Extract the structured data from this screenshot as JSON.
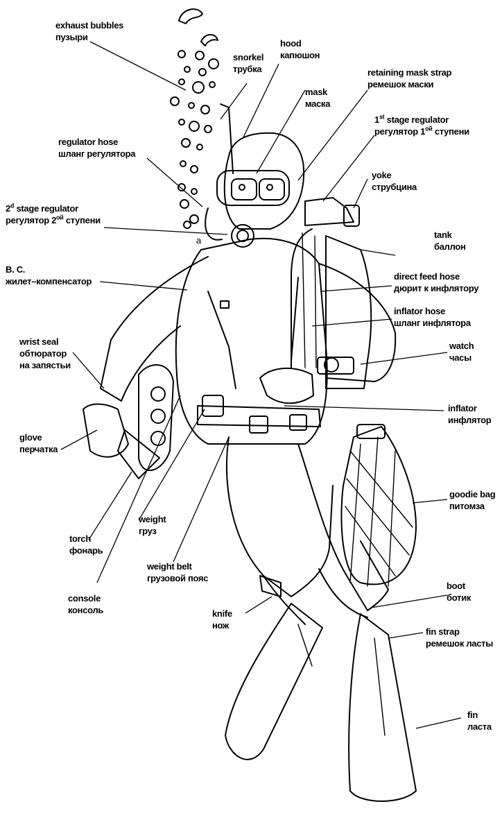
{
  "labels": {
    "exhaust_bubbles": {
      "en": "exhaust bubbles",
      "ru": "пузыри"
    },
    "snorkel": {
      "en": "snorkel",
      "ru": "трубка"
    },
    "hood": {
      "en": "hood",
      "ru": "капюшон"
    },
    "retaining_mask_strap": {
      "en": "retaining mask strap",
      "ru": "ремешок маски"
    },
    "mask": {
      "en": "mask",
      "ru": "маска"
    },
    "first_stage_regulator": {
      "en_num": "1",
      "en_sup": "st",
      "en_rest": " stage regulator",
      "ru_pre": "регулятор 1",
      "ru_sup": "ой",
      "ru_post": " ступени"
    },
    "regulator_hose": {
      "en": "regulator hose",
      "ru": "шланг регулятора"
    },
    "yoke": {
      "en": "yoke",
      "ru": "струбцина"
    },
    "second_stage_regulator": {
      "en_num": "2",
      "en_sup": "d",
      "en_rest": " stage regulator",
      "ru_pre": "регулятор 2",
      "ru_sup": "ой",
      "ru_post": " ступени"
    },
    "tank": {
      "en": "tank",
      "ru": "баллон"
    },
    "bc": {
      "en": "B. C.",
      "ru": "жилет–компенсатор"
    },
    "direct_feed_hose": {
      "en": "direct feed hose",
      "ru": "дюрит к инфлятору"
    },
    "inflator_hose": {
      "en": "inflator hose",
      "ru": "шланг инфлятора"
    },
    "wrist_seal": {
      "en": "wrist seal",
      "ru": "обтюратор",
      "ru2": "на запястьи"
    },
    "watch": {
      "en": "watch",
      "ru": "часы"
    },
    "inflator": {
      "en": "inflator",
      "ru": "инфлятор"
    },
    "glove": {
      "en": "glove",
      "ru": "перчатка"
    },
    "goodie_bag": {
      "en": "goodie bag",
      "ru": "питомза"
    },
    "torch": {
      "en": "torch",
      "ru": "фонарь"
    },
    "weight": {
      "en": "weight",
      "ru": "груз"
    },
    "weight_belt": {
      "en": "weight belt",
      "ru": "грузовой пояс"
    },
    "boot": {
      "en": "boot",
      "ru": "ботик"
    },
    "console": {
      "en": "console",
      "ru": "консоль"
    },
    "knife": {
      "en": "knife",
      "ru": "нож"
    },
    "fin_strap": {
      "en": "fin strap",
      "ru": "ремешок ласты"
    },
    "fin": {
      "en": "fin",
      "ru": "ласта"
    }
  },
  "marker": "a"
}
